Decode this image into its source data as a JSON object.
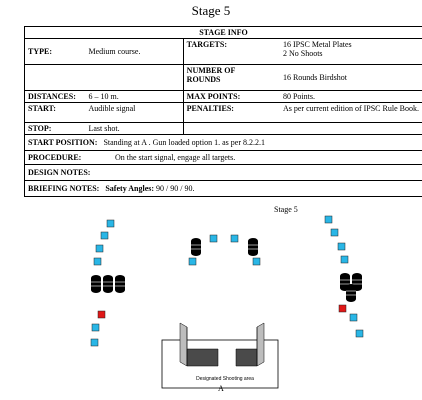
{
  "title": "Stage 5",
  "table": {
    "header": "STAGE INFO",
    "type_label": "TYPE:",
    "type_value": "Medium course.",
    "targets_label": "TARGETS:",
    "targets_line1": "16 IPSC Metal Plates",
    "targets_line2": "2 No Shoots",
    "rounds_label_line1": "NUMBER OF",
    "rounds_label_line2": "ROUNDS",
    "rounds_value": "16 Rounds Birdshot",
    "distances_label": "DISTANCES:",
    "distances_value": "6 – 10 m.",
    "maxpoints_label": "MAX POINTS:",
    "maxpoints_value": "80 Points.",
    "start_label": "START:",
    "start_value": "Audible signal",
    "penalties_label": "PENALTIES:",
    "penalties_value": "As per current edition of IPSC Rule Book.",
    "stop_label": "STOP:",
    "stop_value": "Last shot.",
    "startpos_label": "START POSITION:",
    "startpos_value": "Standing at A . Gun loaded option 1. as per 8.2.2.1",
    "procedure_label": "PROCEDURE:",
    "procedure_value": "On the start signal, engage all targets.",
    "design_label": "DESIGN NOTES:",
    "briefing_label": "BRIEFING NOTES:",
    "safety_label": "Safety Angles:",
    "safety_value": "90 / 90 / 90."
  },
  "diagram": {
    "stage_label": "Stage 5",
    "shooting_area_label": "Designated Shooting area",
    "start_point_label": "A",
    "colors": {
      "plate": "#29b6e6",
      "noshoot": "#e01818",
      "barrel": "#000000",
      "wall": "#4a4a4a"
    }
  }
}
